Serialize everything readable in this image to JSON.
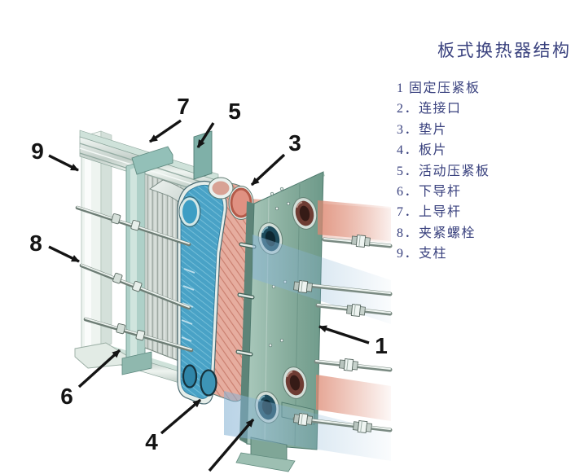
{
  "title": "板式换热器结构",
  "legend": {
    "items": [
      {
        "text": "1 固定压紧板"
      },
      {
        "text": "2．连接口"
      },
      {
        "text": "3．垫片"
      },
      {
        "text": "4．板片"
      },
      {
        "text": "5．活动压紧板"
      },
      {
        "text": "6．下导杆"
      },
      {
        "text": "7．上导杆"
      },
      {
        "text": "8．夹紧螺栓"
      },
      {
        "text": "9．支柱"
      }
    ]
  },
  "callouts": {
    "n1": "1",
    "n3": "3",
    "n4": "4",
    "n5": "5",
    "n6": "6",
    "n7": "7",
    "n8": "8",
    "n9": "9"
  },
  "colors": {
    "text_navy": "#39417e",
    "callout_black": "#141414",
    "flow_red": "#dd8770",
    "flow_blue": "#86b3d4",
    "plate_green": "#87ad9d",
    "plate_blue": "#49a2c6",
    "plate_pink": "#e2a294",
    "metal_light": "#dfe8e3"
  }
}
